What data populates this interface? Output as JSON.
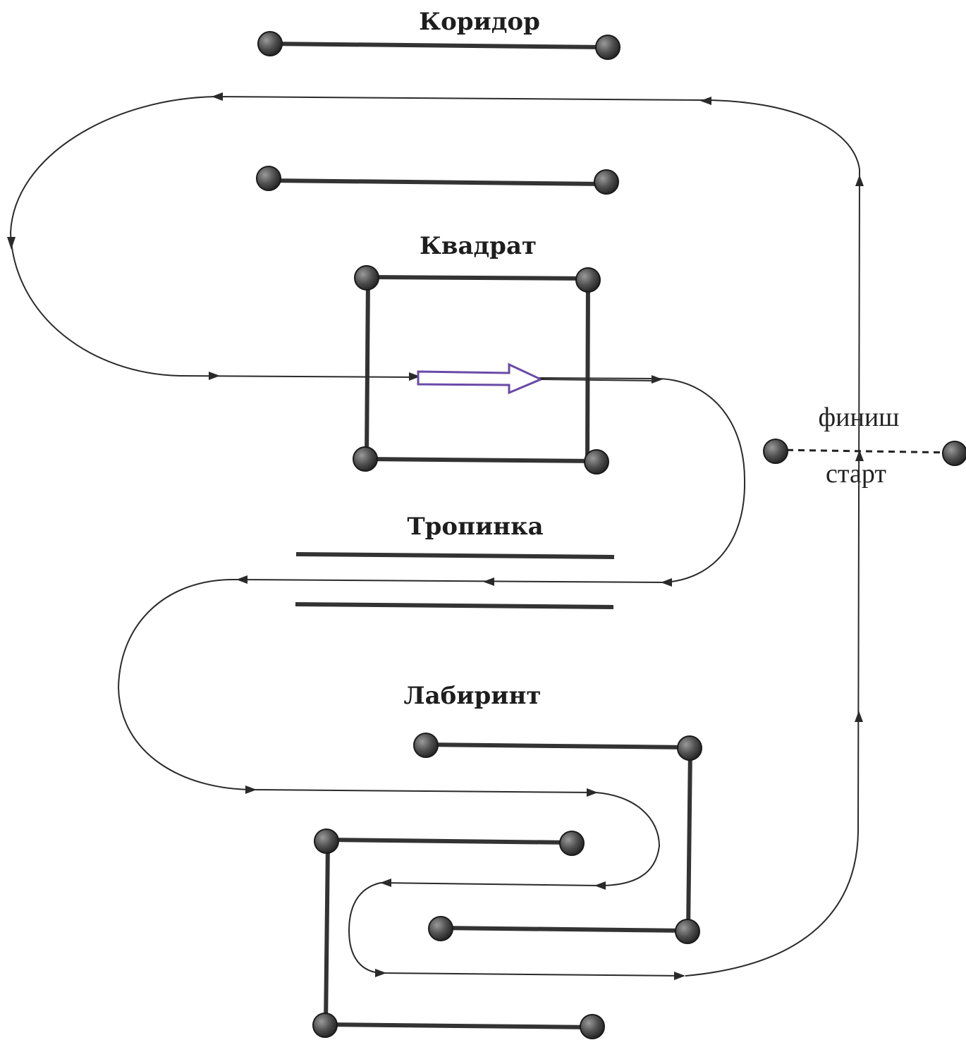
{
  "labels": {
    "corridor": "Коридор",
    "square": "Квадрат",
    "path": "Тропинка",
    "labyrinth": "Лабиринт",
    "finish": "финиш",
    "start": "старт"
  },
  "colors": {
    "marker_fill": "#4f4f4f",
    "marker_highlight": "#8a8a8a",
    "bar": "#333333",
    "route": "#2a2a2a",
    "direction_arrow": "#6a4aa8"
  }
}
